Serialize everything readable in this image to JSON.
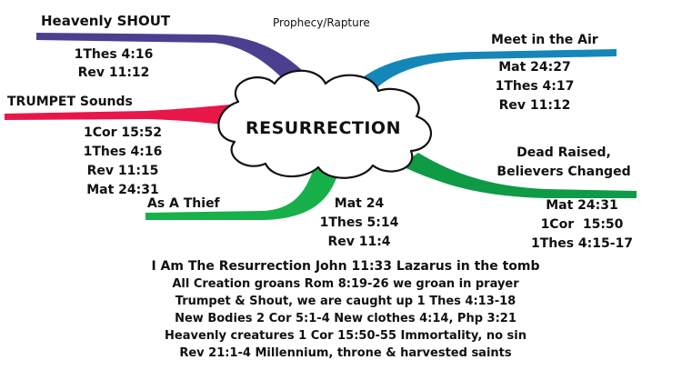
{
  "center_label": "RESURRECTION",
  "top_caption": "Prophecy/Rapture",
  "branches": {
    "heavenly_shout": {
      "label": "Heavenly SHOUT",
      "refs": [
        "1Thes 4:16",
        "Rev 11:12"
      ],
      "color": "#4b3f8f"
    },
    "trumpet_sounds": {
      "label": "TRUMPET Sounds",
      "refs": [
        "1Cor 15:52",
        "1Thes 4:16",
        "Rev 11:15",
        "Mat 24:31"
      ],
      "color": "#e8174a"
    },
    "as_a_thief": {
      "label": "As A Thief",
      "refs": [
        "Mat 24",
        "1Thes 5:14",
        "Rev 11:4"
      ],
      "color": "#17b04a"
    },
    "meet_in_air": {
      "label": "Meet in the Air",
      "refs": [
        "Mat 24:27",
        "1Thes 4:17",
        "Rev 11:12"
      ],
      "color": "#1487b8"
    },
    "dead_raised": {
      "label_line1": "Dead Raised,",
      "label_line2": "Believers Changed",
      "refs": [
        "Mat 24:31",
        "1Cor  15:50",
        "1Thes 4:15-17"
      ],
      "color": "#0f9a45"
    }
  },
  "bottom_lines": [
    "I Am The Resurrection John 11:33 Lazarus in the tomb",
    "All Creation groans Rom 8:19-26 we groan in prayer",
    "Trumpet & Shout, we are caught up 1 Thes 4:13-18",
    "New Bodies 2 Cor 5:1-4 New clothes 4:14, Php 3:21",
    "Heavenly creatures 1 Cor 15:50-55 Immortality, no sin",
    "Rev 21:1-4 Millennium, throne & harvested saints"
  ]
}
